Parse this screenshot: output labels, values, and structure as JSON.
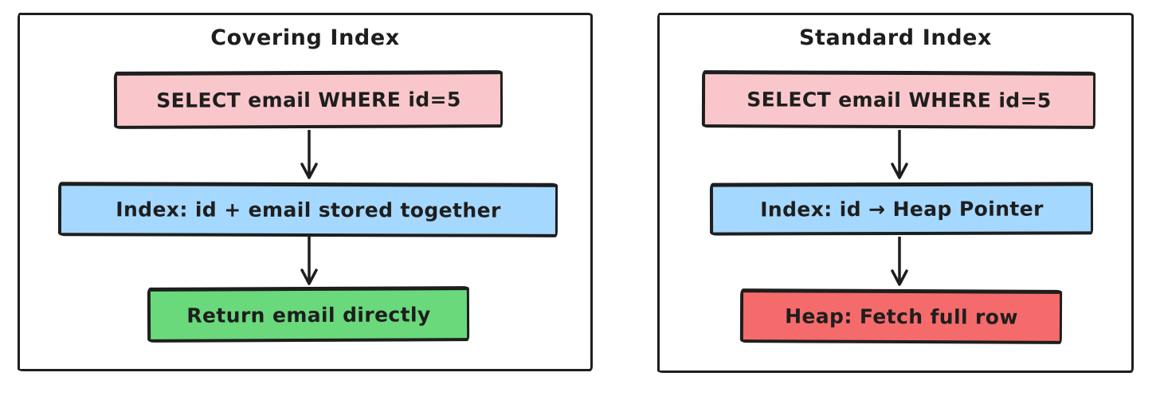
{
  "colors": {
    "background": "#ffffff",
    "stroke": "#1e1e1e",
    "query_fill": "#f9c7cb",
    "index_fill": "#a5d8ff",
    "direct_result_fill": "#69d97c",
    "heap_fetch_fill": "#f56b6b"
  },
  "panels": [
    {
      "title": "Covering Index",
      "steps": [
        {
          "label": "SELECT email WHERE id=5",
          "fill": "#f9c7cb"
        },
        {
          "label": "Index: id + email stored together",
          "fill": "#a5d8ff"
        },
        {
          "label": "Return email directly",
          "fill": "#69d97c"
        }
      ]
    },
    {
      "title": "Standard Index",
      "steps": [
        {
          "label": "SELECT email WHERE id=5",
          "fill": "#f9c7cb"
        },
        {
          "label": "Index: id → Heap Pointer",
          "fill": "#a5d8ff"
        },
        {
          "label": "Heap: Fetch full row",
          "fill": "#f56b6b"
        }
      ]
    }
  ]
}
